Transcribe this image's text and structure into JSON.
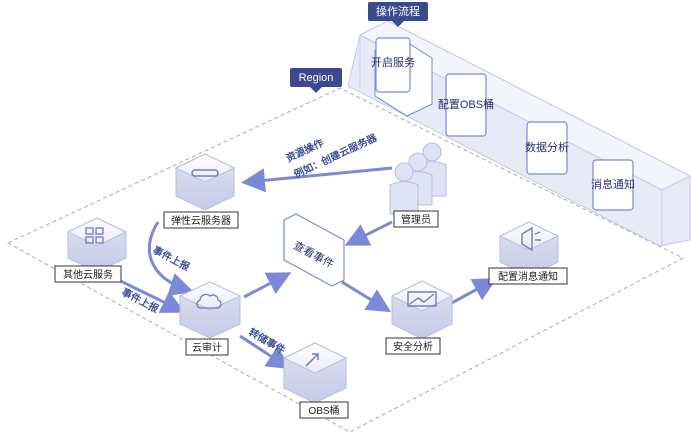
{
  "tags": {
    "process": "操作流程",
    "region": "Region"
  },
  "process_steps": [
    "开启服务",
    "配置OBS桶",
    "数据分析",
    "消息通知"
  ],
  "nodes": {
    "ecs": "弹性云服务器",
    "other_cloud": "其他云服务",
    "audit": "云审计",
    "obs": "OBS桶",
    "admin": "管理员",
    "view_events": "查看事件",
    "security": "安全分析",
    "notify": "配置消息通知"
  },
  "arrows": {
    "resource_op_line1": "资源操作",
    "resource_op_line2": "例如：创建云服务器",
    "report1": "事件上报",
    "report2": "事件上报",
    "transfer": "转储事件"
  },
  "colors": {
    "accent": "#7c88d8",
    "tag_bg": "#3b4a8c",
    "platform_fill": "#eef0fb",
    "platform_stroke": "#c5c9e8"
  }
}
